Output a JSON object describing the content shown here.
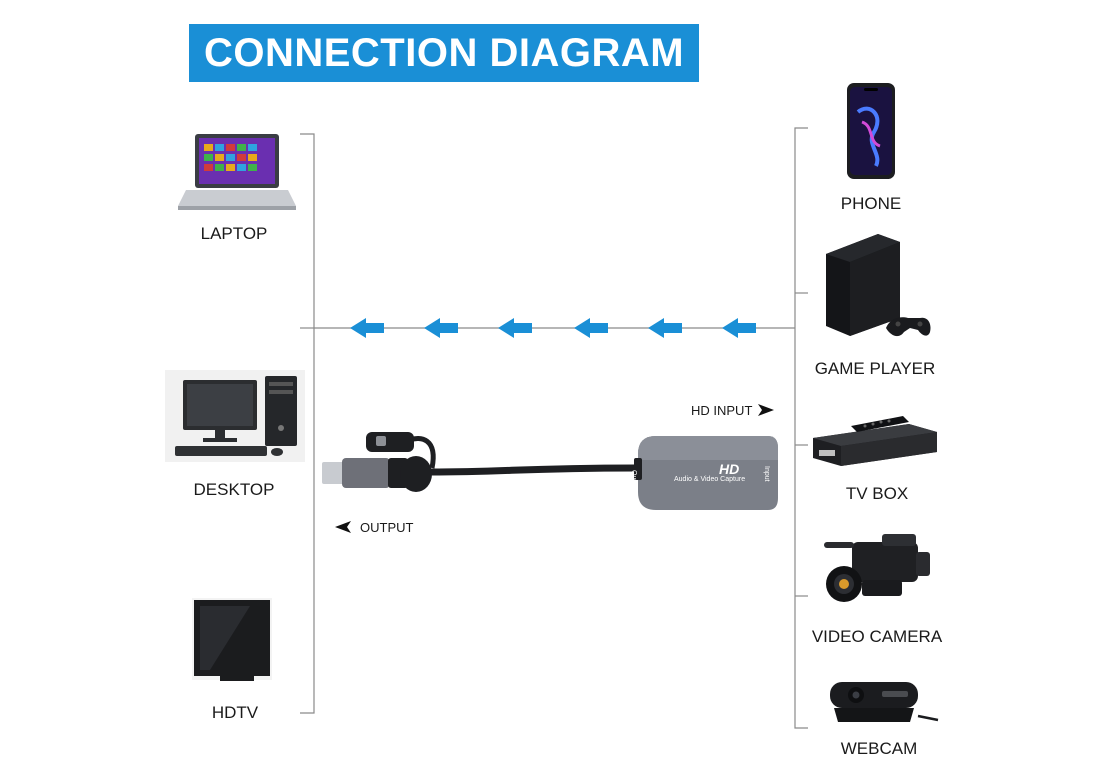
{
  "title": "CONNECTION DIAGRAM",
  "left_devices": [
    "LAPTOP",
    "DESKTOP",
    "HDTV"
  ],
  "right_devices": [
    "PHONE",
    "GAME PLAYER",
    "TV BOX",
    "VIDEO CAMERA",
    "WEBCAM"
  ],
  "device_labels": {
    "hd": "HD",
    "subtitle": "Audio & Video Capture",
    "output_port": "Output",
    "input_port": "Input"
  },
  "hd_input_label": "HD INPUT",
  "output_label": "OUTPUT",
  "colors": {
    "banner": "#1a8fd6",
    "arrow": "#1a8fd6",
    "line": "#8a8a8a"
  }
}
